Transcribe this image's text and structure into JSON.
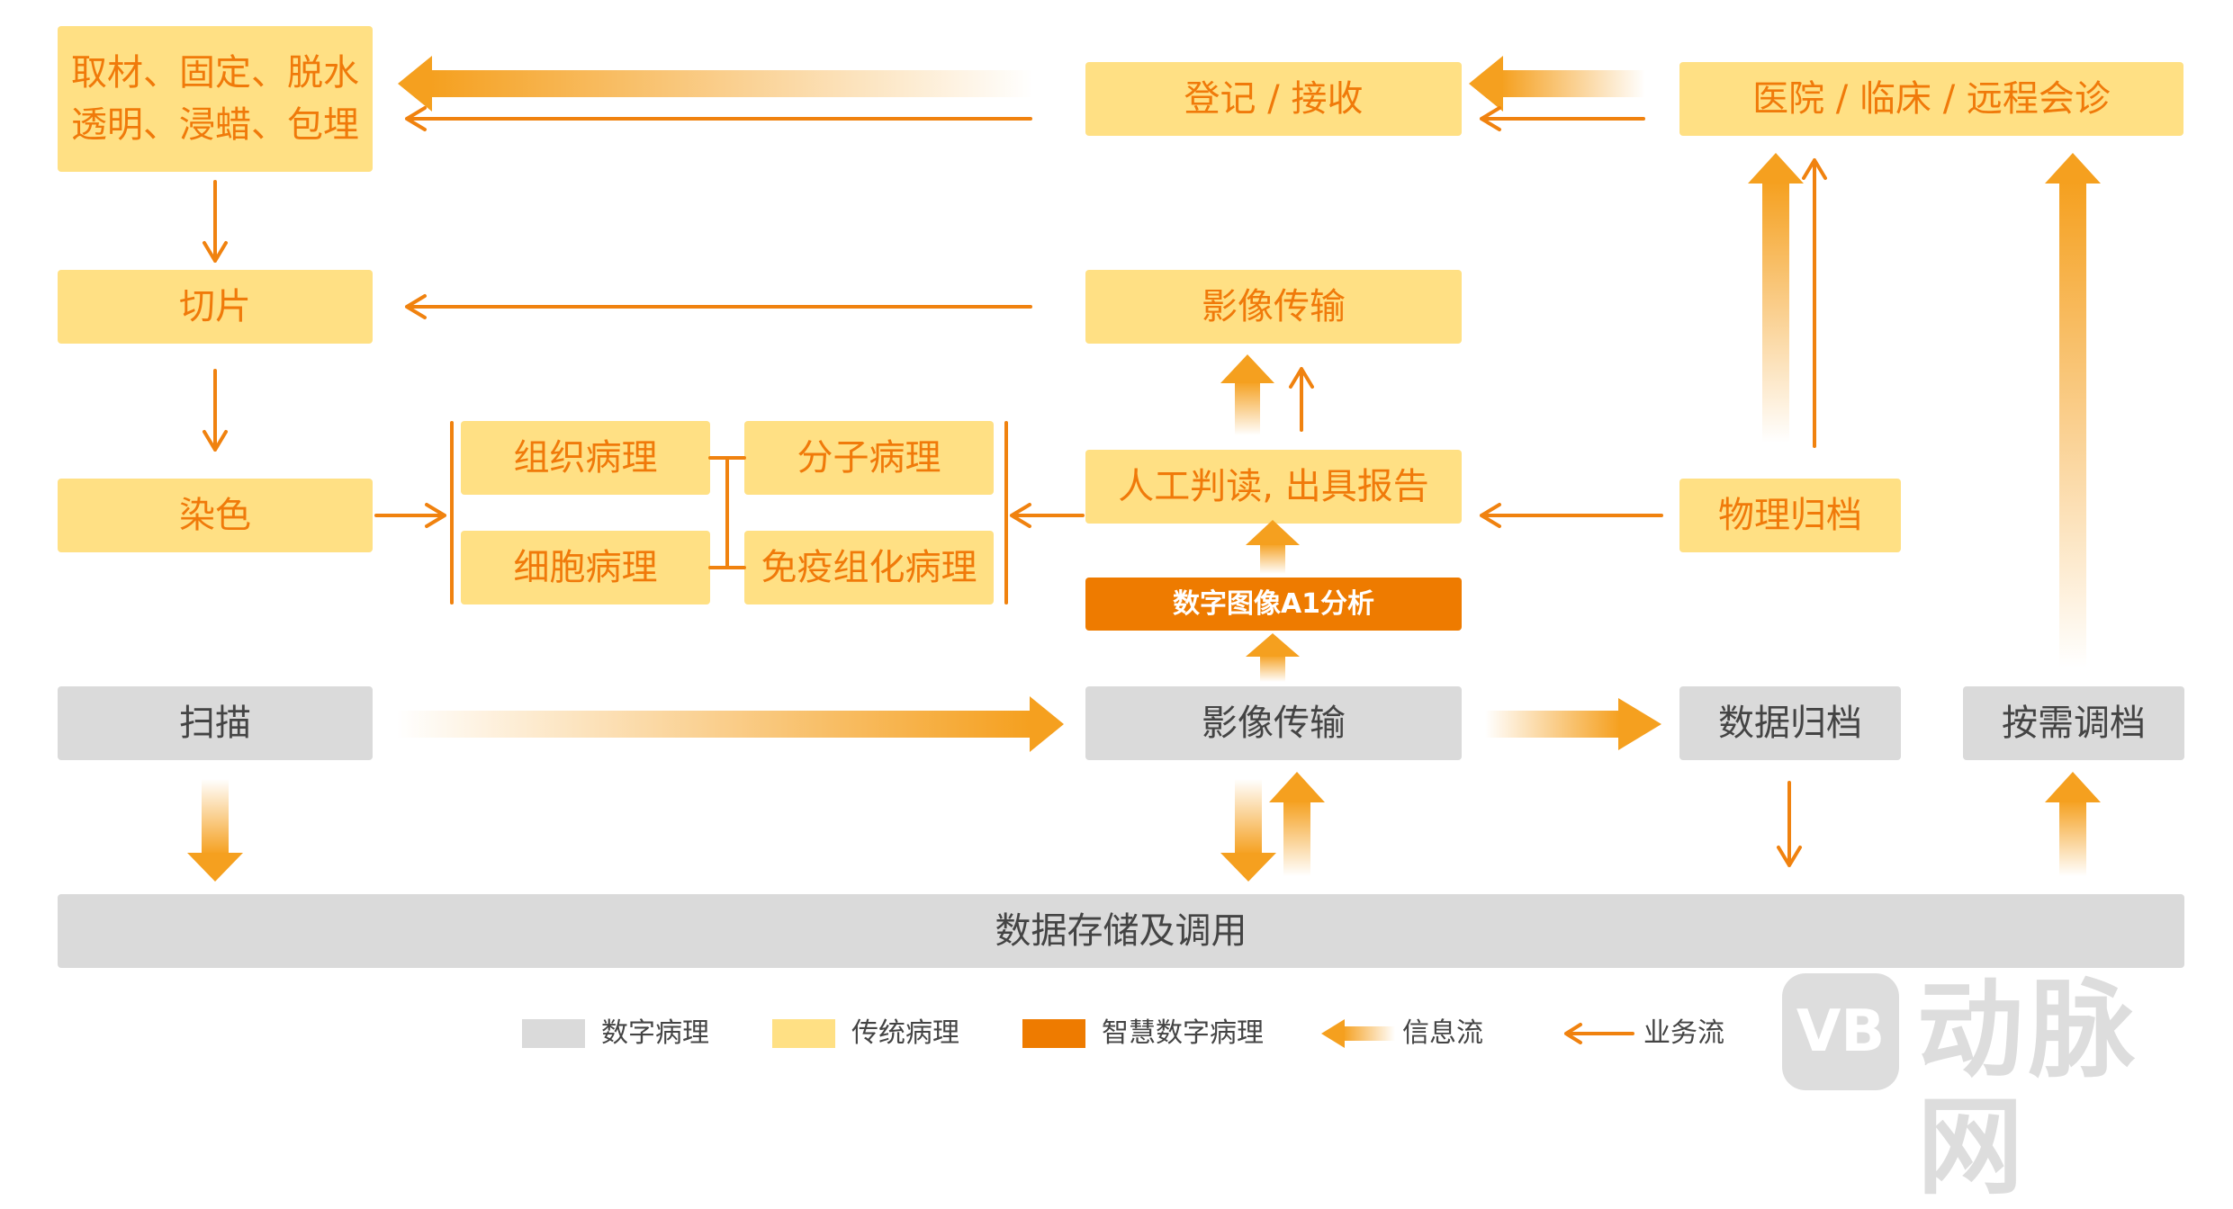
{
  "nodes": {
    "sampling": "取材、固定、脱水\n透明、浸蜡、包埋",
    "sectioning": "切片",
    "staining": "染色",
    "tissue_pathology": "组织病理",
    "molecular_pathology": "分子病理",
    "cell_pathology": "细胞病理",
    "immuno_pathology": "免疫组化病理",
    "register": "登记 / 接收",
    "hospital": "医院 / 临床 / 远程会诊",
    "image_transfer_top": "影像传输",
    "manual_report": "人工判读, 出具报告",
    "ai_analysis": "数字图像A1分析",
    "physical_archive": "物理归档",
    "scan": "扫描",
    "image_transfer_bottom": "影像传输",
    "data_archive": "数据归档",
    "on_demand": "按需调档",
    "storage": "数据存储及调用"
  },
  "legend": {
    "digital": "数字病理",
    "traditional": "传统病理",
    "smart": "智慧数字病理",
    "info_flow": "信息流",
    "business_flow": "业务流"
  },
  "watermark": {
    "logo_text": "VB",
    "text": "动脉网"
  },
  "colors": {
    "traditional": "#FFE084",
    "digital": "#DADADA",
    "smart": "#EE7B00",
    "arrow": "#F5A01F",
    "line": "#F0820F",
    "text_orange": "#F07A0A"
  }
}
